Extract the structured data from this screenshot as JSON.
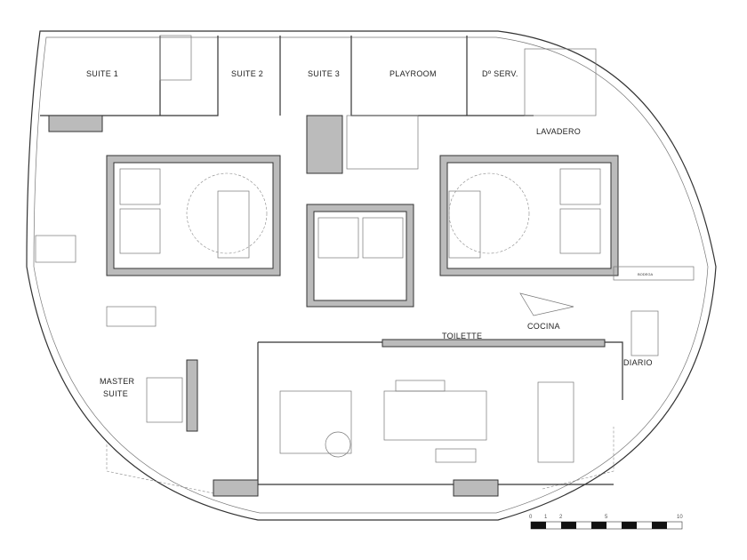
{
  "plan": {
    "rooms": {
      "suite1": "SUITE 1",
      "suite2": "SUITE 2",
      "suite3": "SUITE 3",
      "playroom": "PLAYROOM",
      "dserv": "Dº SERV.",
      "lavadero": "LAVADERO",
      "bodega": "BODEGA",
      "cocina": "COCINA",
      "toilette": "TOILETTE",
      "diario": "DIARIO",
      "master_line1": "MASTER",
      "master_line2": "SUITE"
    },
    "scale": {
      "ticks": [
        "0",
        "1",
        "2",
        "5",
        "10"
      ]
    }
  }
}
